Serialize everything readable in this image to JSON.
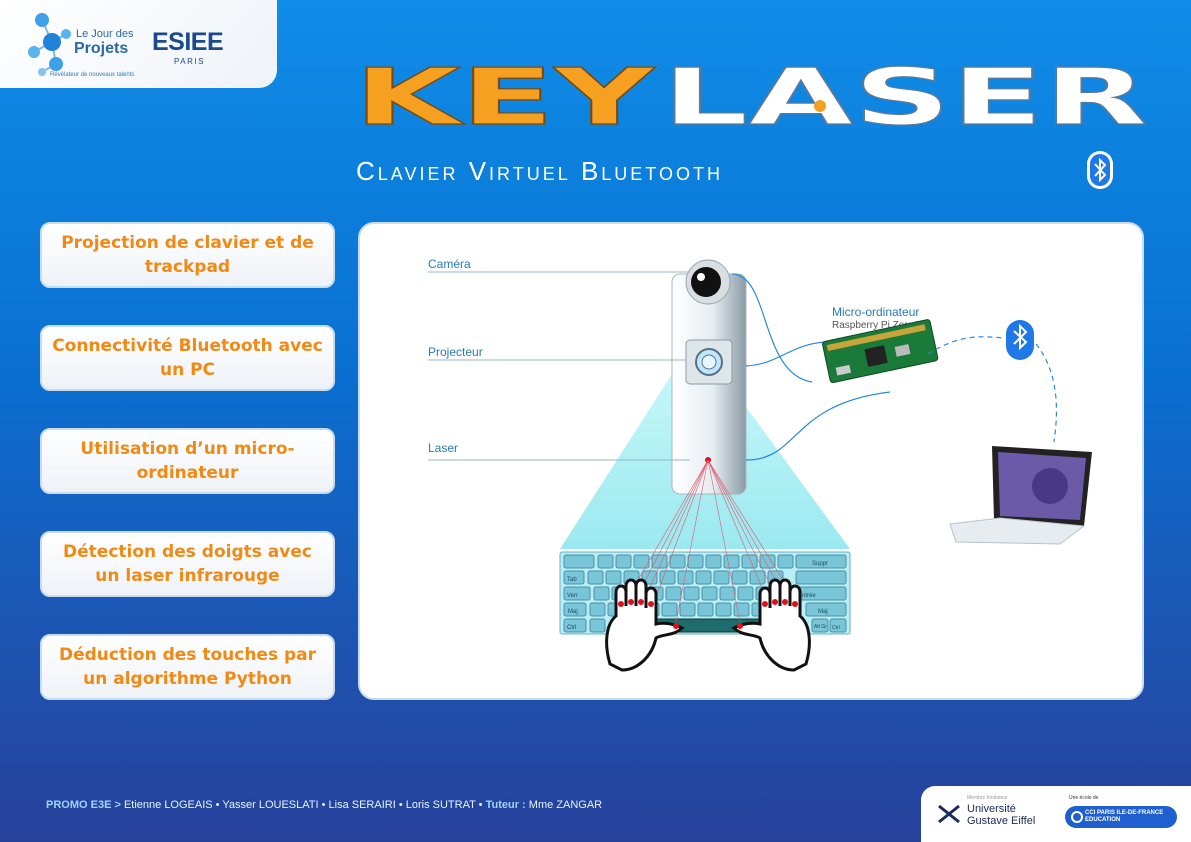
{
  "header": {
    "event_logo_line1": "Le Jour des",
    "event_logo_line2": "Projets",
    "event_logo_tagline": "Révélateur de nouveaux talents",
    "school_name": "ESIEE",
    "school_city": "PARIS"
  },
  "title": {
    "part1": "KEY",
    "part2": "LASER",
    "subtitle": "Clavier Virtuel Bluetooth",
    "colors": {
      "part1": "#f5a021",
      "part2": "#ffffff",
      "accent": "#f5a021"
    }
  },
  "features": [
    "Projection de clavier et de trackpad",
    "Connectivité Bluetooth avec un PC",
    "Utilisation d’un micro-ordinateur",
    "Détection des doigts avec un laser infrarouge",
    "Déduction des touches par un algorithme Python"
  ],
  "diagram": {
    "camera_label": "Caméra",
    "projector_label": "Projecteur",
    "laser_label": "Laser",
    "computer_title": "Micro-ordinateur",
    "computer_model": "Raspberry Pi Zero W",
    "keys": {
      "suppr": "Suppr",
      "tab": "Tab",
      "verr": "Verr",
      "entree": "Entrée",
      "maj_left": "Maj",
      "maj_right": "Maj",
      "ctrl_left": "Ctrl",
      "ctrl_right": "Ctrl",
      "altgr": "Alt Gr"
    }
  },
  "footer": {
    "promo_label": "PROMO E3E >",
    "members": "Etienne LOGEAIS • Yasser LOUESLATI • Lisa SERAIRI • Loris SUTRAT •",
    "tutor_label": "Tuteur :",
    "tutor_name": "Mme ZANGAR",
    "university_small": "Membre fondateur",
    "university_line1": "Université",
    "university_line2": "Gustave Eiffel",
    "cci_small": "Une école de",
    "cci_line1": "CCI PARIS ILE-DE-FRANCE",
    "cci_line2": "EDUCATION"
  },
  "colors": {
    "feature_text": "#f08a14",
    "bluetooth": "#1e78e8",
    "beam": "#9ff0f4"
  },
  "icons": [
    "bluetooth-icon",
    "camera-icon",
    "projector-icon",
    "raspberry-pi-board",
    "laptop-icon",
    "hand-icon"
  ]
}
